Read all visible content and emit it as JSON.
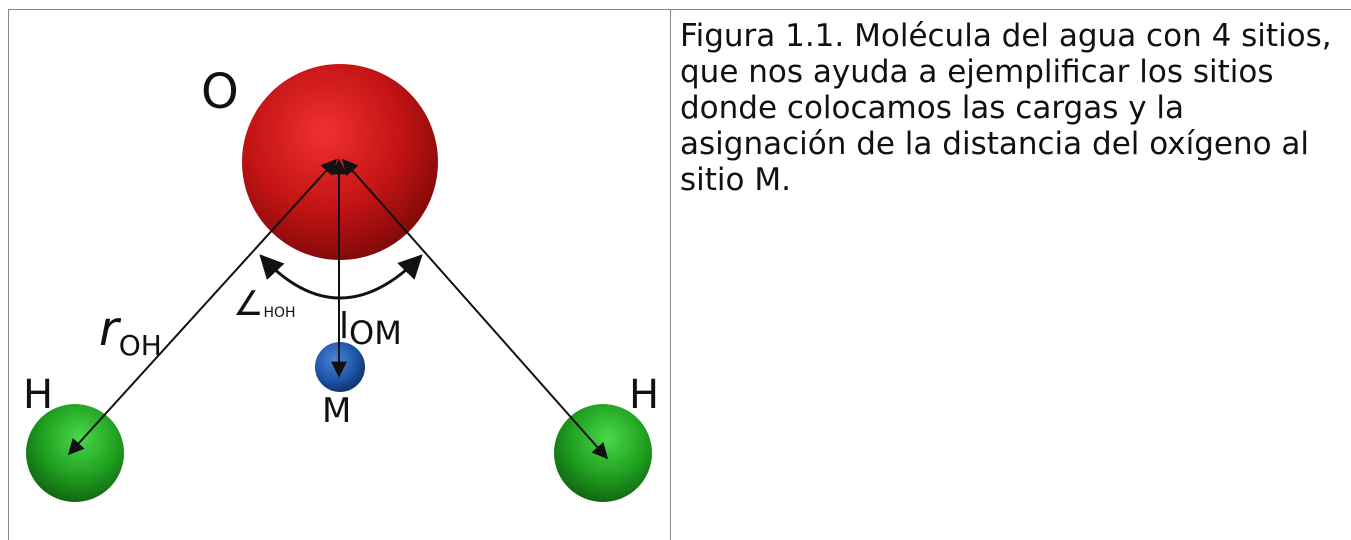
{
  "diagram": {
    "atoms": {
      "oxygen_label": "O",
      "hydrogen_left_label": "H",
      "hydrogen_right_label": "H",
      "m_site_label": "M"
    },
    "labels": {
      "r_symbol": "r",
      "r_subscript": "OH",
      "l_symbol": "l",
      "l_subscript": "OM",
      "angle_symbol": "∠",
      "angle_subscript": "HOH"
    },
    "colors": {
      "oxygen": "#c41414",
      "hydrogen": "#20a020",
      "m_site": "#1f55a8"
    }
  },
  "caption": {
    "text": "Figura 1.1. Molécula del agua con 4 sitios, que nos ayuda a ejemplificar los sitios donde colocamos las cargas y la asignación de la distancia del oxígeno al sitio M."
  }
}
